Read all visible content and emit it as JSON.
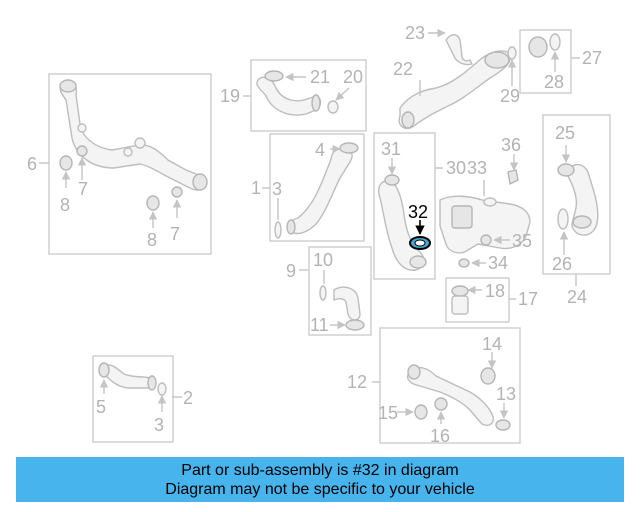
{
  "diagram": {
    "highlighted_part": "32",
    "callouts": [
      "1",
      "2",
      "3",
      "4",
      "5",
      "6",
      "7",
      "8",
      "7",
      "8",
      "9",
      "10",
      "11",
      "12",
      "13",
      "14",
      "15",
      "16",
      "17",
      "18",
      "19",
      "20",
      "21",
      "22",
      "23",
      "24",
      "25",
      "26",
      "27",
      "28",
      "29",
      "30",
      "31",
      "32",
      "33",
      "34",
      "35",
      "36"
    ]
  },
  "banner": {
    "line1": "Part or sub-assembly is #32 in diagram",
    "line2": "Diagram may not be specific to your vehicle",
    "color": "#47b4ee"
  }
}
